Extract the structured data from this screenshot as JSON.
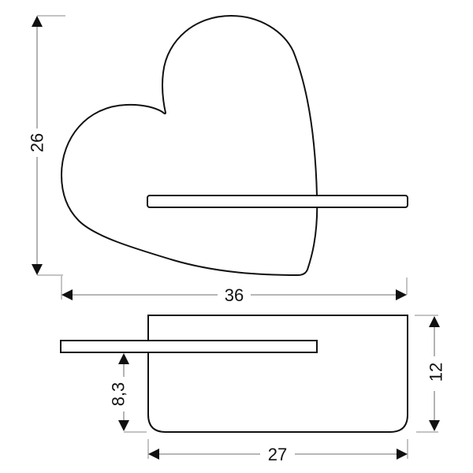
{
  "drawing": {
    "subject": "heart-shaped wall shelf",
    "front_view": {
      "height_label": "26",
      "width_label": "36"
    },
    "top_view": {
      "shelf_height_label": "8,3",
      "depth_label": "12",
      "width_label": "27"
    },
    "colors": {
      "outline": "#111111",
      "dimension_line": "#8a8a8a",
      "arrow": "#111111",
      "background": "#ffffff"
    }
  }
}
